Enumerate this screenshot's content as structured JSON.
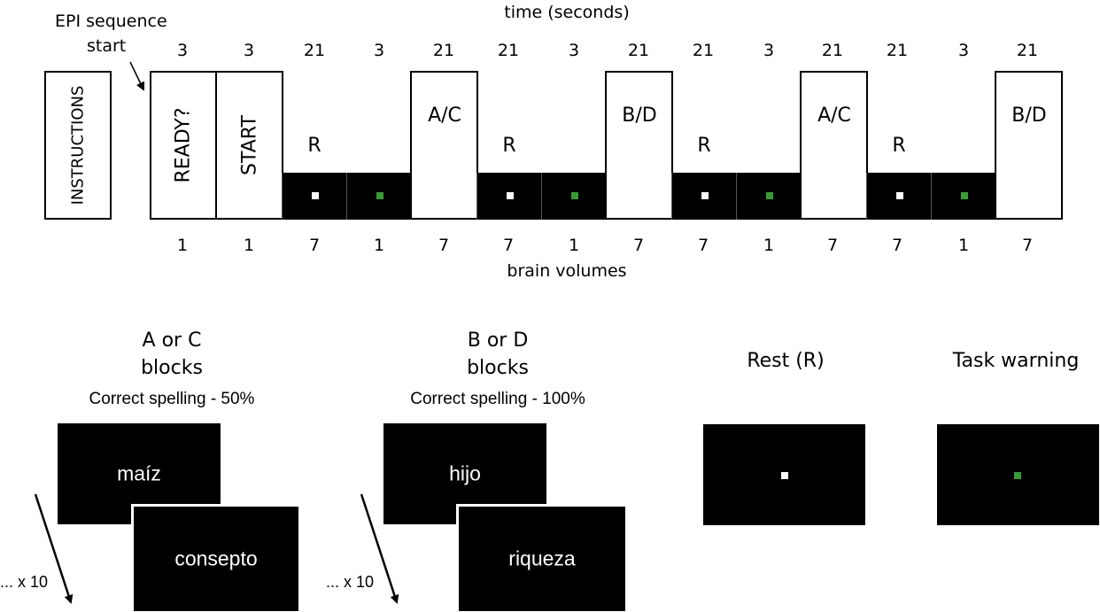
{
  "timeline": {
    "time_label": "time (seconds)",
    "volumes_label": "brain volumes",
    "epi_label_line1": "EPI sequence",
    "epi_label_line2": "start",
    "instructions_label": "INSTRUCTIONS",
    "segments": [
      {
        "seconds": "3",
        "volumes": "1",
        "label": "READY?"
      },
      {
        "seconds": "3",
        "volumes": "1",
        "label": "START"
      },
      {
        "seconds": "21",
        "volumes": "7",
        "label": "R"
      },
      {
        "seconds": "3",
        "volumes": "1",
        "label": ""
      },
      {
        "seconds": "21",
        "volumes": "7",
        "label": "A/C"
      },
      {
        "seconds": "21",
        "volumes": "7",
        "label": "R"
      },
      {
        "seconds": "3",
        "volumes": "1",
        "label": ""
      },
      {
        "seconds": "21",
        "volumes": "7",
        "label": "B/D"
      },
      {
        "seconds": "21",
        "volumes": "7",
        "label": "R"
      },
      {
        "seconds": "3",
        "volumes": "1",
        "label": ""
      },
      {
        "seconds": "21",
        "volumes": "7",
        "label": "A/C"
      },
      {
        "seconds": "21",
        "volumes": "7",
        "label": "R"
      },
      {
        "seconds": "3",
        "volumes": "1",
        "label": ""
      },
      {
        "seconds": "21",
        "volumes": "7",
        "label": "B/D"
      }
    ],
    "colors": {
      "rest_dot": "#ffffff",
      "warning_dot": "#3c9a36",
      "block": "#000000"
    }
  },
  "panels": {
    "ac": {
      "title_line1": "A or C",
      "title_line2": "blocks",
      "subtitle": "Correct spelling - 50%",
      "word1": "maíz",
      "word2": "consepto",
      "repeat": "... x 10"
    },
    "bd": {
      "title_line1": "B or D",
      "title_line2": "blocks",
      "subtitle": "Correct spelling - 100%",
      "word1": "hijo",
      "word2": "riqueza",
      "repeat": "... x 10"
    },
    "rest": {
      "title": "Rest (R)"
    },
    "warning": {
      "title": "Task warning"
    }
  }
}
